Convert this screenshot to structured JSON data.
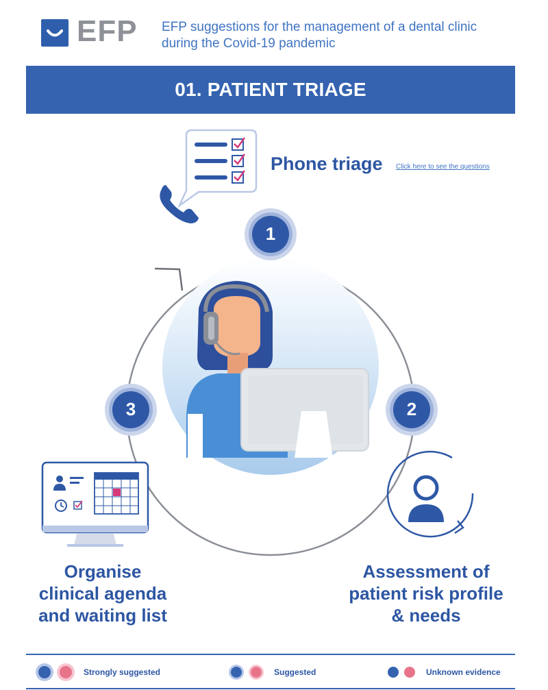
{
  "header": {
    "logo_text": "EFP",
    "subtitle_line1": "EFP suggestions for the management of a dental clinic",
    "subtitle_line2": "during the Covid-19 pandemic"
  },
  "title": "01. PATIENT TRIAGE",
  "phone_triage": {
    "label": "Phone triage",
    "link": "Click here to see the questions"
  },
  "steps": {
    "one": "1",
    "two": "2",
    "three": "3"
  },
  "labels": {
    "left": [
      "Organise",
      "clinical agenda",
      "and waiting list"
    ],
    "right": [
      "Assessment of",
      "patient risk profile",
      "& needs"
    ]
  },
  "legend": [
    {
      "label": "Strongly suggested"
    },
    {
      "label": "Suggested"
    },
    {
      "label": "Unknown evidence"
    }
  ],
  "colors": {
    "primary": "#3563b0",
    "accent_pink": "#e8748a",
    "light_blue": "#a9cbec",
    "grey": "#8e9197"
  }
}
